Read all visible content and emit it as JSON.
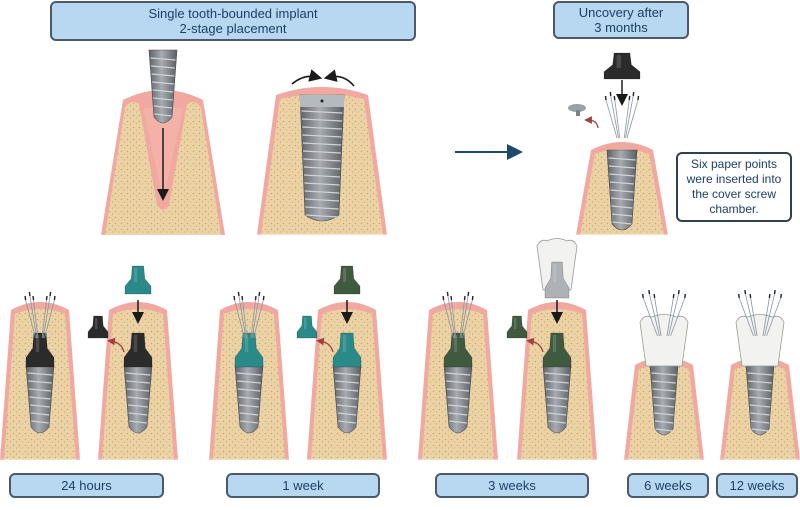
{
  "titles": {
    "stage_title_line1": "Single tooth-bounded implant",
    "stage_title_line2": "2-stage placement",
    "uncovery_line1": "Uncovery after",
    "uncovery_line2": "3 months"
  },
  "note": {
    "line1": "Six paper points",
    "line2": "were inserted into",
    "line3": "the cover screw",
    "line4": "chamber."
  },
  "timeline": [
    {
      "label": "24 hours"
    },
    {
      "label": "1 week"
    },
    {
      "label": "3 weeks"
    },
    {
      "label": "6 weeks"
    },
    {
      "label": "12 weeks"
    }
  ],
  "colors": {
    "label_fill": "#b8d8f2",
    "label_text": "#1c3f66",
    "gum": "#f0a8a0",
    "bone": "#e9cfa0",
    "implant": "#7d8288",
    "abutment_black": "#2b2b2b",
    "abutment_teal": "#2a8a8a",
    "abutment_green": "#3f5a3f",
    "crown": "#f2f2f0",
    "arrow_blue": "#1c4a6e",
    "arrow_red": "#a04040"
  }
}
